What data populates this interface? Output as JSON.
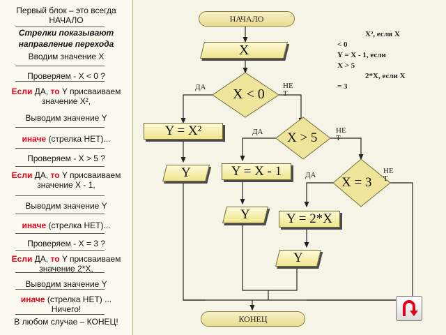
{
  "left_panel": [
    {
      "parts": [
        {
          "t": "Первый блок – это всегда"
        }
      ]
    },
    {
      "parts": [
        {
          "t": "НАЧАЛО"
        }
      ]
    },
    {
      "parts": [
        {
          "t": "Стрелки показывают"
        }
      ],
      "style": "bi"
    },
    {
      "parts": [
        {
          "t": "направление перехода"
        }
      ],
      "style": "bi"
    },
    {
      "parts": [
        {
          "t": "Вводим значение Х"
        }
      ]
    },
    {
      "parts": [
        {
          "t": "Проверяем -  Х < 0 ?"
        }
      ]
    },
    {
      "parts": [
        {
          "t": "Если",
          "red": true
        },
        {
          "t": " ДА, "
        },
        {
          "t": "то",
          "red": true
        },
        {
          "t": " Y присваиваем"
        }
      ]
    },
    {
      "parts": [
        {
          "t": "значение Х²,"
        }
      ]
    },
    {
      "parts": [
        {
          "t": "Выводим значение Y"
        }
      ]
    },
    {
      "parts": [
        {
          "t": "иначе",
          "red": true
        },
        {
          "t": " (стрелка НЕТ)..."
        }
      ]
    },
    {
      "parts": [
        {
          "t": "Проверяем -  Х > 5 ?"
        }
      ]
    },
    {
      "parts": [
        {
          "t": "Если",
          "red": true
        },
        {
          "t": " ДА, "
        },
        {
          "t": "то",
          "red": true
        },
        {
          "t": " Y присваиваем"
        }
      ]
    },
    {
      "parts": [
        {
          "t": "значение Х - 1,"
        }
      ]
    },
    {
      "parts": [
        {
          "t": "Выводим значение Y"
        }
      ]
    },
    {
      "parts": [
        {
          "t": "иначе",
          "red": true
        },
        {
          "t": " (стрелка НЕТ)..."
        }
      ]
    },
    {
      "parts": [
        {
          "t": "Проверяем -  Х  = 3 ?"
        }
      ]
    },
    {
      "parts": [
        {
          "t": "Если",
          "red": true
        },
        {
          "t": " ДА, "
        },
        {
          "t": "то",
          "red": true
        },
        {
          "t": " Y присваиваем"
        }
      ]
    },
    {
      "parts": [
        {
          "t": "значение 2*Х,"
        }
      ]
    },
    {
      "parts": [
        {
          "t": "Выводим значение Y"
        }
      ]
    },
    {
      "parts": [
        {
          "t": "иначе",
          "red": true
        },
        {
          "t": " (стрелка НЕТ) ..."
        }
      ]
    },
    {
      "parts": [
        {
          "t": "Ничего!"
        }
      ]
    },
    {
      "parts": [
        {
          "t": "В любом случае – КОНЕЦ!"
        }
      ]
    }
  ],
  "flowchart": {
    "start": "НАЧАЛО",
    "input": "Х",
    "cond1": "Х < 0",
    "cond2": "Х > 5",
    "cond3": "Х = 3",
    "assign1": "Y = Х²",
    "assign2": "Y = Х - 1",
    "assign3": "Y = 2*Х",
    "out1": "Y",
    "out2": "Y",
    "out3": "Y",
    "end": "КОНЕЦ",
    "yes": "ДА",
    "no": "НЕ Т"
  },
  "formula": [
    "Х², если Х",
    "< 0",
    "Y =     Х - 1, если",
    "Х > 5",
    "2*Х, если Х",
    "= 3"
  ],
  "back_button_icon": "u-turn-arrow-icon",
  "colors": {
    "accent_red": "#e0001a",
    "box_fill": "#f0e58c",
    "back_arrow": "#e0001a"
  }
}
